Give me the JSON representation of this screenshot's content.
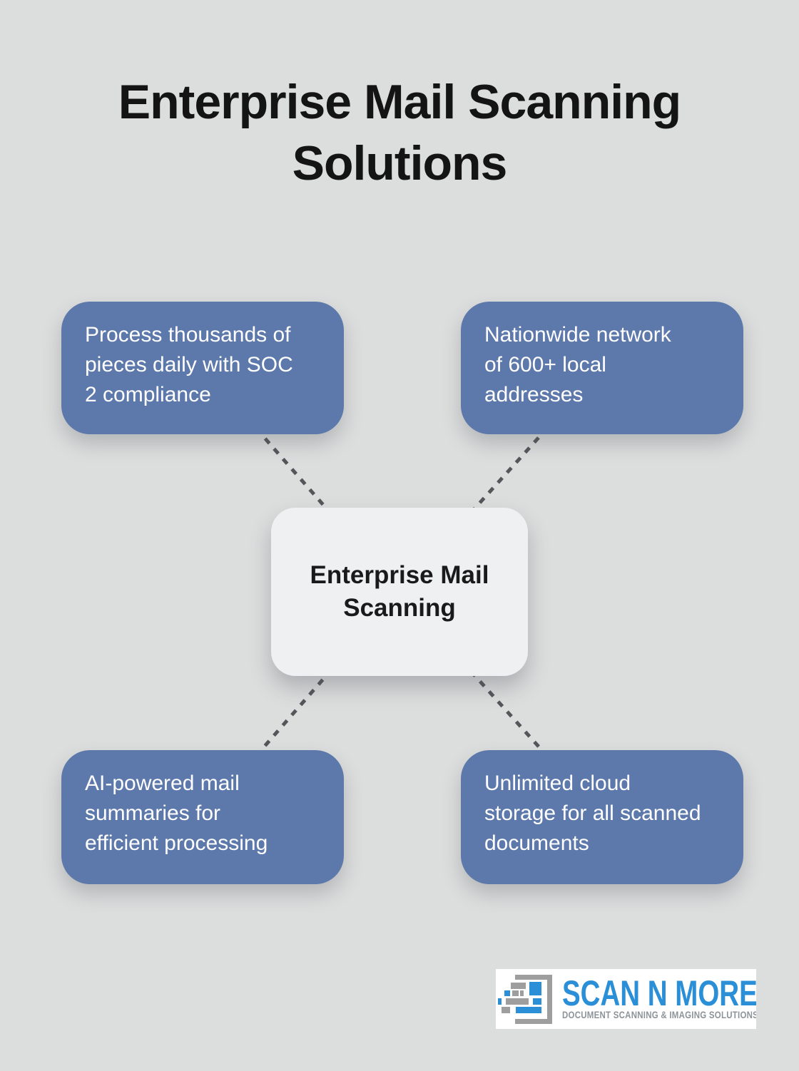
{
  "title": "Enterprise Mail Scanning\nSolutions",
  "center_node": {
    "label": "Enterprise Mail\nScanning"
  },
  "features": [
    {
      "position": "top-left",
      "text": "Process thousands of\npieces daily with SOC\n2 compliance"
    },
    {
      "position": "top-right",
      "text": "Nationwide network\nof 600+ local\naddresses"
    },
    {
      "position": "bottom-left",
      "text": "AI-powered mail\nsummaries for\nefficient processing"
    },
    {
      "position": "bottom-right",
      "text": "Unlimited cloud\nstorage for all scanned\ndocuments"
    }
  ],
  "logo": {
    "name": "SCAN N MORE",
    "tagline": "DOCUMENT SCANNING & IMAGING SOLUTIONS"
  },
  "colors": {
    "background": "#dcdddd",
    "feature_box": "#5d78aa",
    "feature_text": "#ffffff",
    "center_box": "#eff0f2",
    "center_text": "#1a1a1a",
    "connector": "#54565a",
    "title_text": "#141414",
    "logo_blue": "#2b8fd8",
    "logo_gray": "#9e9e9e",
    "logo_tagline_gray": "#8d9499"
  }
}
